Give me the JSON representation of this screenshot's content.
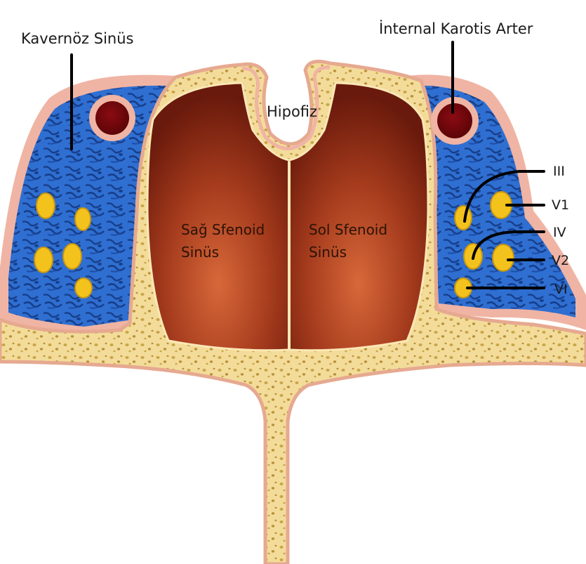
{
  "labels": {
    "cavernous_sinus": "Kavernöz Sinüs",
    "internal_carotid": "İnternal Karotis Arter",
    "hypophysis": "Hipofiz",
    "right_sphenoid_line1": "Sağ Sfenoid",
    "right_sphenoid_line2": "Sinüs",
    "left_sphenoid_line1": "Sol Sfenoid",
    "left_sphenoid_line2": "Sinüs"
  },
  "nerves": [
    {
      "label": "III"
    },
    {
      "label": "V1"
    },
    {
      "label": "IV"
    },
    {
      "label": "V2"
    },
    {
      "label": "VI"
    }
  ],
  "colors": {
    "bone": "#f3dc9a",
    "bone_dots": "#c9a548",
    "dura": "#f0b4a4",
    "venous_blue": "#2f6fd1",
    "venous_dark": "#173f8c",
    "sinus_red": "#b4431f",
    "carotid": "#a8161c",
    "nerve_yellow": "#f4c21c"
  }
}
